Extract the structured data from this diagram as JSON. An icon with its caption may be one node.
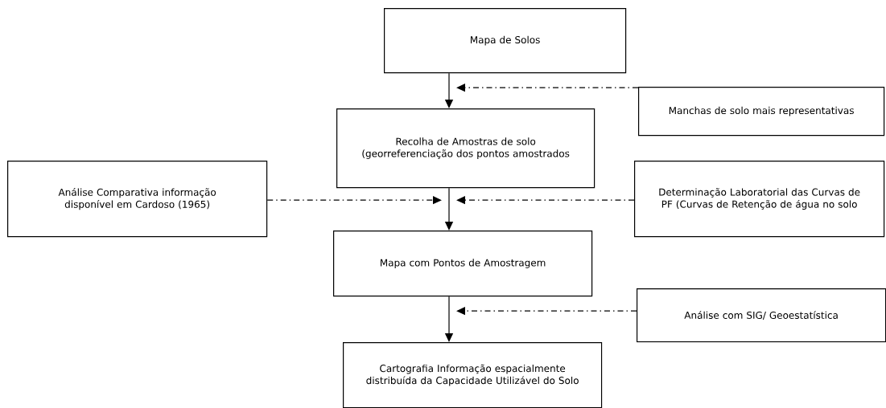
{
  "diagram": {
    "nodes": [
      {
        "text": [
          "Mapa de Solos"
        ]
      },
      {
        "text": [
          "Manchas de solo mais representativas"
        ]
      },
      {
        "text": [
          "Recolha de Amostras de solo (georreferenciação dos pontos amostrados"
        ]
      },
      {
        "text": [
          "Análise Comparativa informação disponível em Cardoso (1965)"
        ]
      },
      {
        "text": [
          "Determinação Laboratorial das Curvas de PF (Curvas de Retenção de água no solo"
        ]
      },
      {
        "text": [
          "Mapa com Pontos de Amostragem"
        ]
      },
      {
        "text": [
          "Análise com SIG/ Geoestatística"
        ]
      },
      {
        "text": [
          "Cartografia Informação espacialmente distribuída da Capacidade Utilizável do Solo"
        ]
      }
    ],
    "edges": [
      {
        "from": 0,
        "to": 2,
        "arrow": "to"
      },
      {
        "from": 1,
        "to": 0,
        "arrow": "to",
        "style": "dashed"
      },
      {
        "from": 2,
        "to": 5,
        "arrow": "to"
      },
      {
        "from": 3,
        "to": 2,
        "arrow": "to",
        "style": "dashed"
      },
      {
        "from": 4,
        "to": 2,
        "arrow": "to",
        "style": "dashed"
      },
      {
        "from": 5,
        "to": 7,
        "arrow": "to"
      },
      {
        "from": 6,
        "to": 5,
        "arrow": "to",
        "style": "dashed"
      }
    ]
  }
}
